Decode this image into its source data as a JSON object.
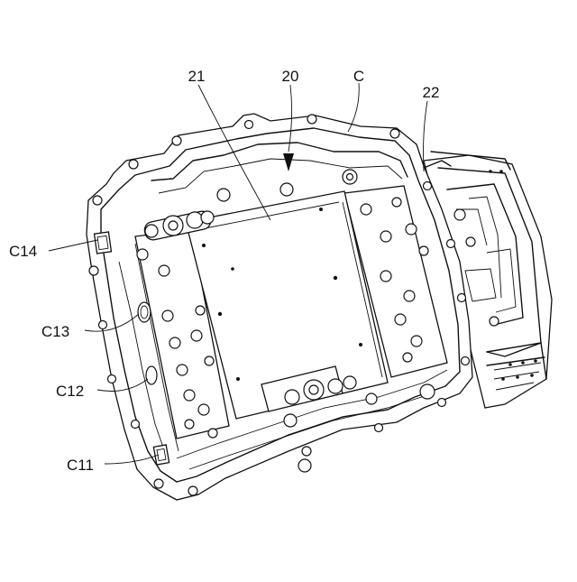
{
  "figure": {
    "labels": {
      "ref_21": "21",
      "ref_20": "20",
      "ref_C": "C",
      "ref_22": "22",
      "ref_C14": "C14",
      "ref_C13": "C13",
      "ref_C12": "C12",
      "ref_C11": "C11"
    }
  }
}
